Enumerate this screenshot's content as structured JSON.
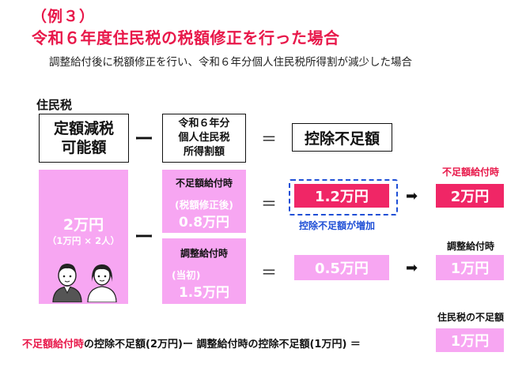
{
  "header": {
    "example": "（例３）",
    "title": "令和６年度住民税の税額修正を行った場合",
    "subtitle": "調整給付後に税額修正を行い、令和６年分個人住民税所得割が減少した場合"
  },
  "section_label": "住民税",
  "top_row": {
    "box1_line1": "定額減税",
    "box1_line2": "可能額",
    "minus": "ー",
    "box2_line1": "令和６年分",
    "box2_line2": "個人住民税",
    "box2_line3": "所得割額",
    "equals": "＝",
    "box3": "控除不足額"
  },
  "left_pink": {
    "amount": "2万円",
    "detail": "（1万円 × 2人）"
  },
  "middle_minus": "ー",
  "upper_branch": {
    "case_label": "不足額給付時",
    "note": "(税額修正後)",
    "value": "0.8万円",
    "equals": "＝",
    "result": "1.2万円",
    "result_note": "控除不足額が増加",
    "arrow": "➡",
    "final_label": "不足額給付時",
    "final_value": "2万円"
  },
  "lower_branch": {
    "case_label": "調整給付時",
    "note": "(当初)",
    "value": "1.5万円",
    "equals": "＝",
    "result": "0.5万円",
    "arrow": "➡",
    "final_label": "調整給付時",
    "final_value": "1万円"
  },
  "footer": {
    "label_red": "不足額給付時",
    "label_rest": "の控除不足額(2万円)ー 調整給付時の控除不足額(1万円) ＝",
    "final_label": "住民税の不足額",
    "final_value": "1万円"
  },
  "colors": {
    "accent_red": "#e8184a",
    "hot_pink": "#f02666",
    "light_pink": "#f7a6f2",
    "dashed_blue": "#1f4fd6"
  }
}
